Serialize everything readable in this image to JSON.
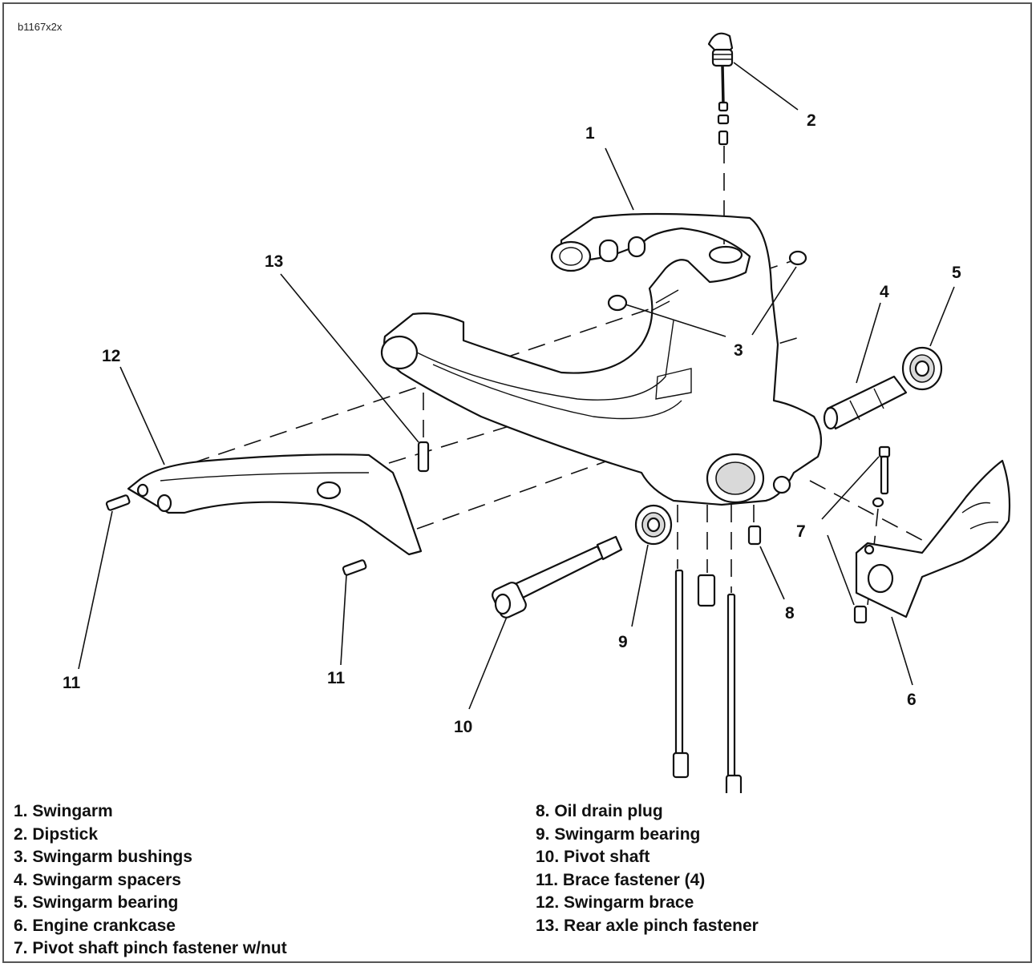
{
  "figure_id": "b1167x2x",
  "callouts": [
    "1",
    "2",
    "3",
    "3",
    "4",
    "5",
    "6",
    "7",
    "8",
    "9",
    "10",
    "11",
    "11",
    "12",
    "13"
  ],
  "legend_left": [
    "1. Swingarm",
    "2. Dipstick",
    "3. Swingarm bushings",
    "4. Swingarm spacers",
    "5. Swingarm bearing",
    "6. Engine crankcase",
    "7. Pivot shaft pinch fastener w/nut"
  ],
  "legend_right": [
    "8. Oil drain plug",
    "9. Swingarm bearing",
    "10. Pivot shaft",
    "11. Brace fastener (4)",
    "12. Swingarm brace",
    "13. Rear axle pinch fastener"
  ]
}
